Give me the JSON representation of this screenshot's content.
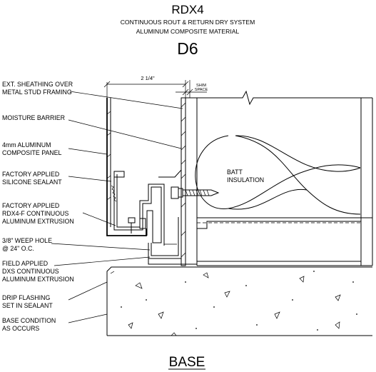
{
  "header": {
    "title": "RDX4",
    "subtitle_line1": "CONTINUOUS ROUT & RETURN DRY SYSTEM",
    "subtitle_line2": "ALUMINUM COMPOSITE MATERIAL",
    "detail_code": "D6"
  },
  "dimensions": {
    "width_label": "2 1/4\"",
    "shim_line1": "SHIM",
    "shim_line2": "SPACE"
  },
  "callouts": [
    {
      "line1": "EXT. SHEATHING OVER",
      "line2": "METAL STUD FRAMING"
    },
    {
      "line1": "MOISTURE BARRIER",
      "line2": ""
    },
    {
      "line1": "4mm ALUMINUM",
      "line2": "COMPOSITE PANEL"
    },
    {
      "line1": "FACTORY APPLIED",
      "line2": "SILICONE SEALANT"
    },
    {
      "line1": "FACTORY APPLIED",
      "line2": "RDX4-F CONTINUOUS",
      "line3": "ALUMINUM EXTRUSION"
    },
    {
      "line1": "3/8\" WEEP HOLE",
      "line2": "@ 24\" O.C."
    },
    {
      "line1": "FIELD APPLIED",
      "line2": "DXS CONTINUOUS",
      "line3": "ALUMINUM EXTRUSION"
    },
    {
      "line1": "DRIP FLASHING",
      "line2": "SET IN SEALANT"
    },
    {
      "line1": "BASE CONDITION",
      "line2": "AS OCCURS"
    }
  ],
  "insulation": {
    "line1": "BATT",
    "line2": "INSULATION"
  },
  "footer": {
    "label": "BASE"
  }
}
